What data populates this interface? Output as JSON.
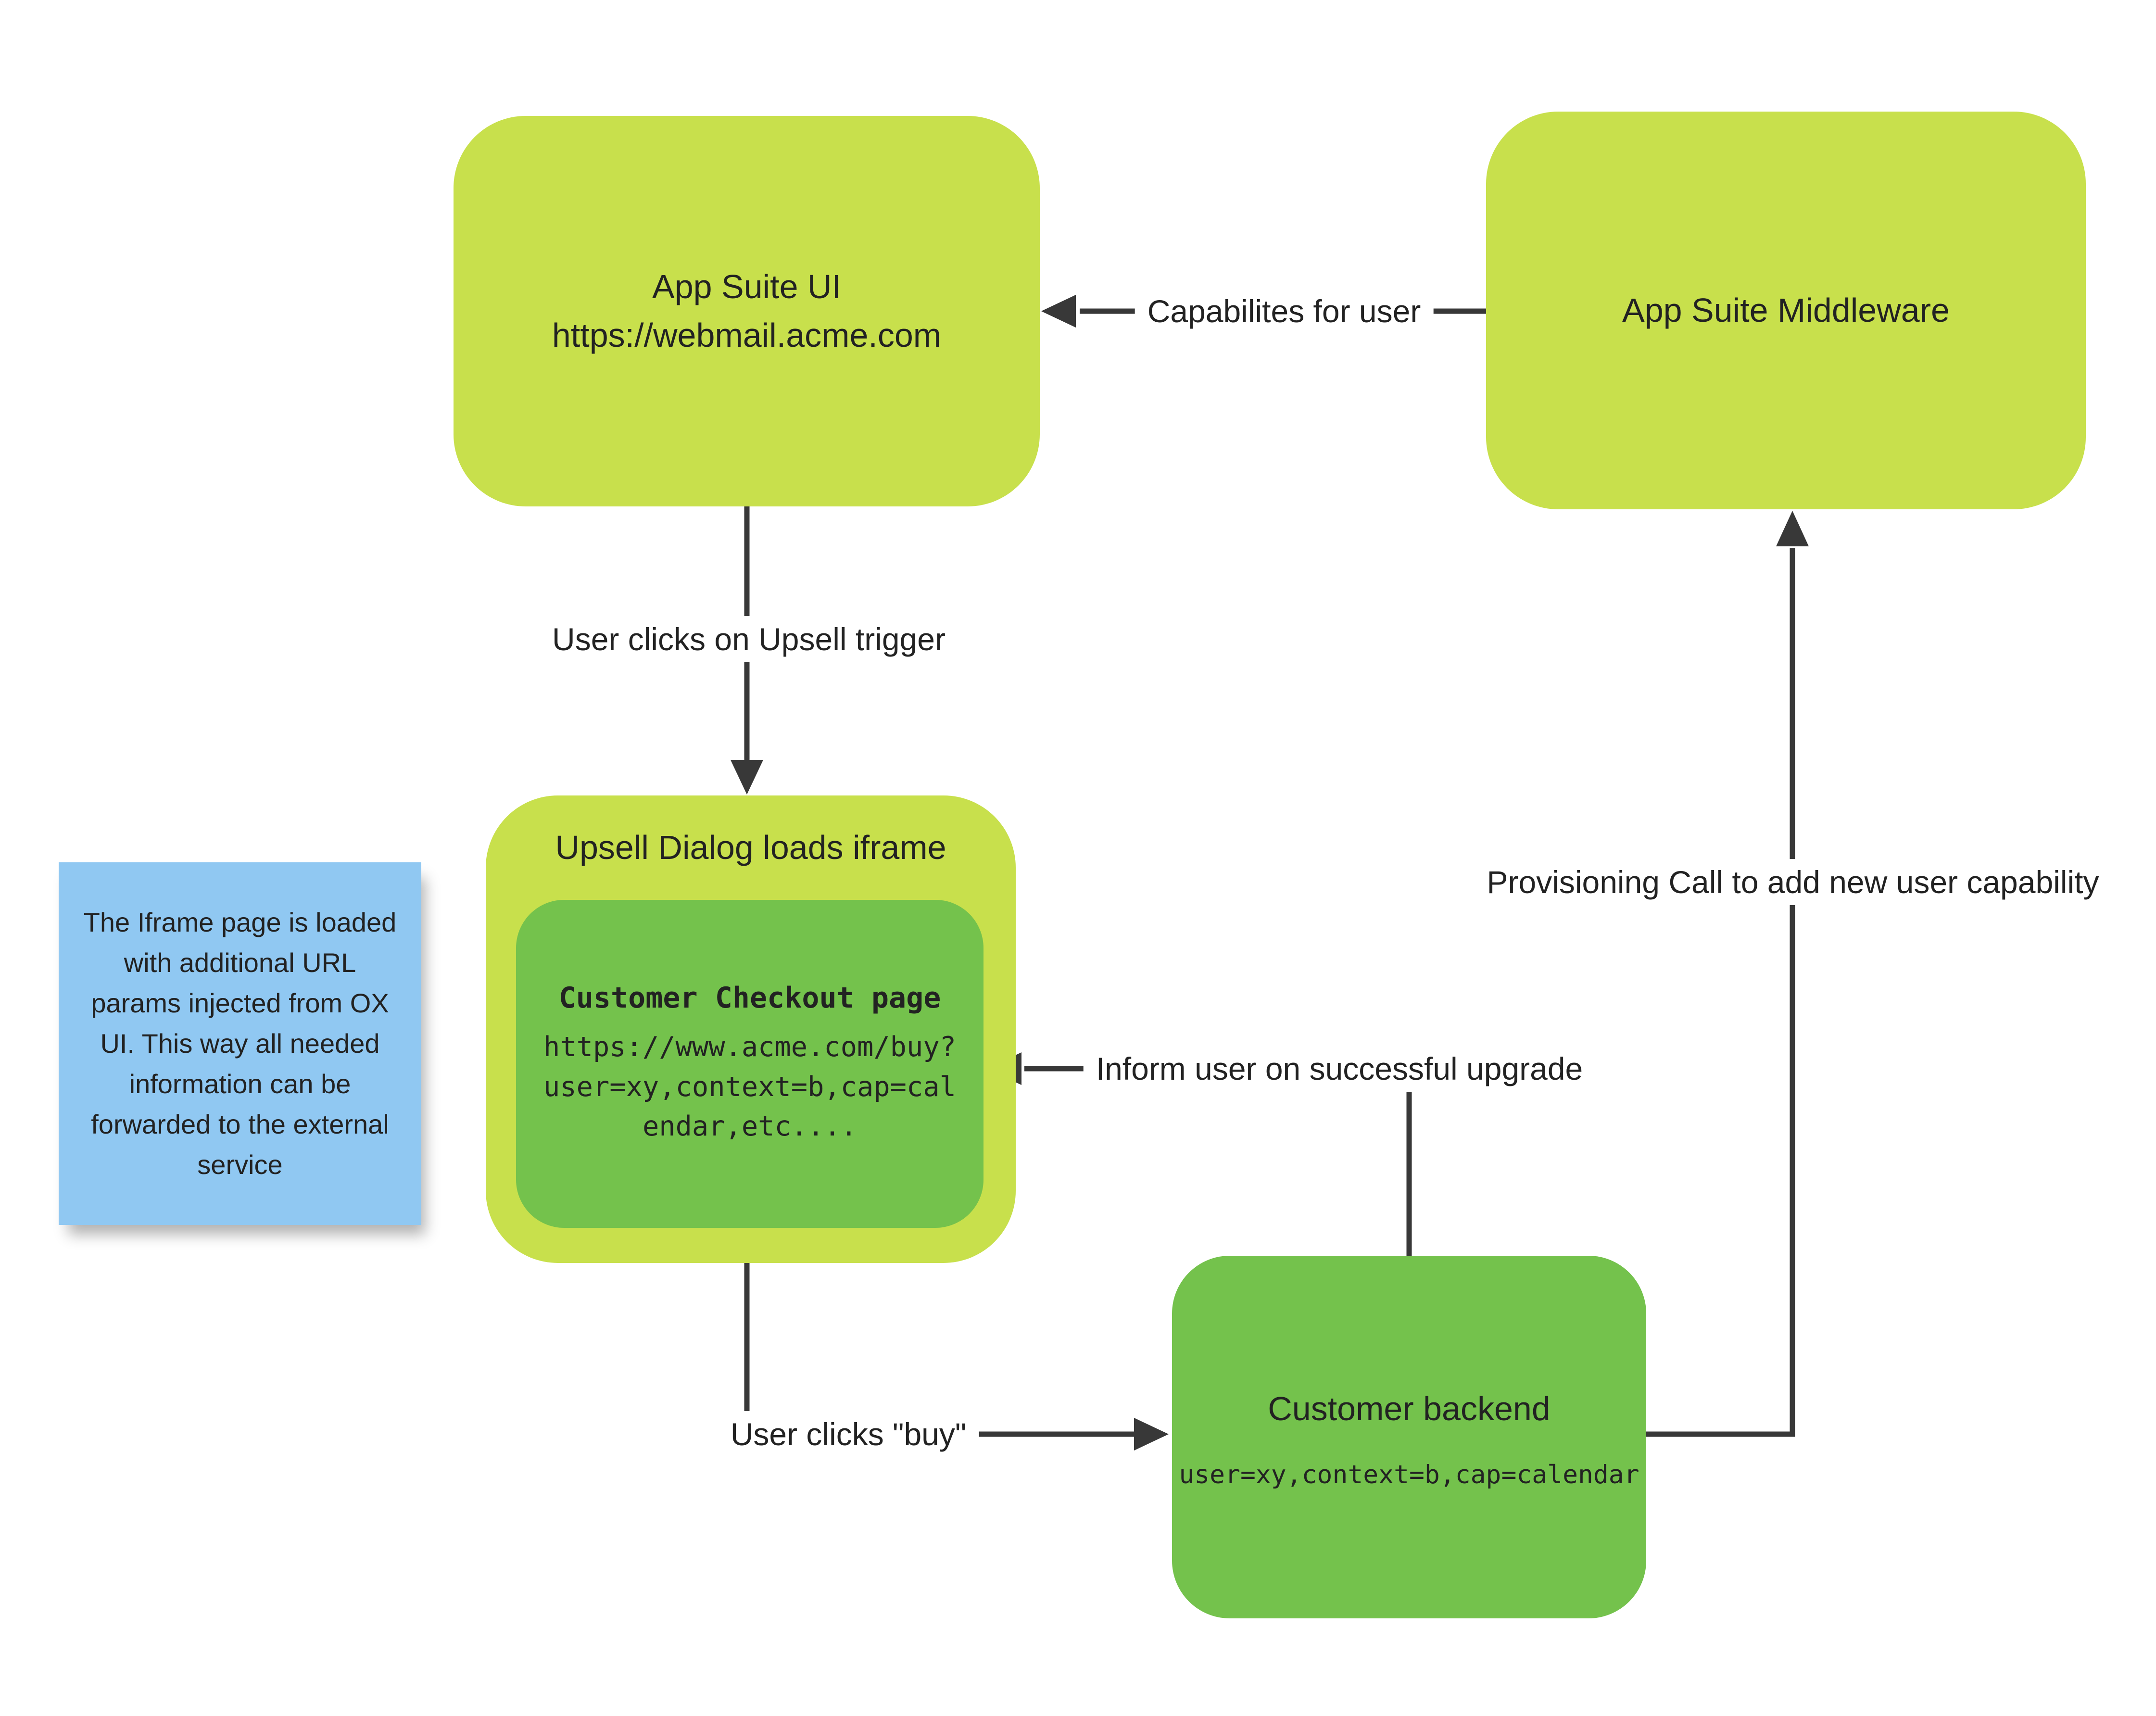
{
  "nodes": {
    "app_suite_ui": {
      "title": "App Suite UI",
      "subtitle": "https://webmail.acme.com"
    },
    "app_suite_middleware": {
      "title": "App Suite Middleware"
    },
    "upsell_dialog": {
      "title": "Upsell Dialog loads iframe",
      "inner": {
        "title": "Customer Checkout page",
        "code": "https://www.acme.com/buy?user=xy,context=b,cap=calendar,etc...."
      }
    },
    "customer_backend": {
      "title": "Customer backend",
      "code": "user=xy,context=b,cap=calendar"
    }
  },
  "note": {
    "text": "The Iframe page is loaded with additional URL params injected from OX UI. This way all needed information can be forwarded to the external service"
  },
  "edges": {
    "capabilities": {
      "label": "Capabilites for user"
    },
    "upsell_trigger": {
      "label": "User clicks on Upsell trigger"
    },
    "inform_user": {
      "label": "Inform user on successful upgrade"
    },
    "user_buy": {
      "label": "User clicks \"buy\""
    },
    "provisioning": {
      "label": "Provisioning Call to add new user capability"
    }
  },
  "colors": {
    "node_yellow_green": "#c8e04c",
    "node_green": "#74c24c",
    "note_blue": "#90c8f2",
    "arrow": "#383838",
    "text": "#222222"
  }
}
